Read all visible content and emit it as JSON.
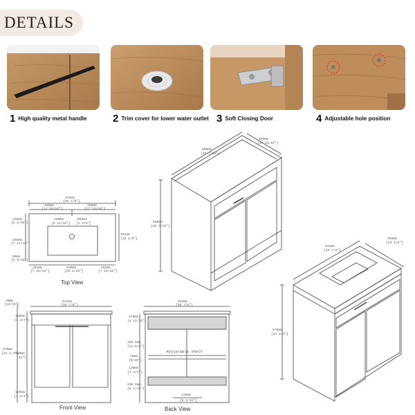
{
  "header": {
    "title": "DETAILS"
  },
  "features": [
    {
      "num": "1",
      "label": "High quality metal handle"
    },
    {
      "num": "2",
      "label": "Trim cover for lower water outlet"
    },
    {
      "num": "3",
      "label": "Soft Closing Door"
    },
    {
      "num": "4",
      "label": "Adjustable hole position"
    }
  ],
  "icons": {
    "handle": "metal-handle-icon",
    "outlet": "water-outlet-cover-icon",
    "hinge": "soft-close-hinge-icon",
    "holes": "adjustable-hole-icon"
  },
  "colors": {
    "wood": "#b98a5a",
    "header_bg": "#f3ebe3",
    "line": "#444444"
  },
  "views": {
    "top": "Top View",
    "front": "Front View",
    "back": "Back View"
  },
  "top_view": {
    "total": "912mm",
    "total_in": "[35 7/8\"]",
    "left": "456mm",
    "left_in": "[17 15/16\"]",
    "right": "456mm",
    "right_in": "[17 15/16\"]",
    "tap": "220mm",
    "tap_in": "[8 11/16\"]",
    "hole": "Ø35mm",
    "hole_in": "[1 3/8\"]",
    "side1": "135mm",
    "side1_in": "[5 5/16\"]",
    "side2": "195mm",
    "side2_in": "[7 11/16\"]",
    "side3": "65mm",
    "side3_in": "[2 9/16\"]",
    "depth": "461mm",
    "depth_in": "[18 1/8\"]",
    "b1": "201mm",
    "b1_in": "[7 15/16\"]",
    "b2": "510mm",
    "b2_in": "[20 1/16\"]",
    "b3": "201mm",
    "b3_in": "[7 15/16\"]"
  },
  "cabinet_iso": {
    "width": "900mm",
    "width_in": "[35 7/16\"]",
    "depth": "455mm",
    "depth_in": "[17 15/16\"]",
    "height": "850mm",
    "height_in": "[33 7/16\"]"
  },
  "vanity_iso": {
    "width": "912mm",
    "width_in": "[35 7/8\"]",
    "depth": "461mm",
    "depth_in": "[18 1/8\"]",
    "height": "870mm",
    "height_in": "[34 1/4\"]"
  },
  "front_view": {
    "width": "912mm",
    "width_in": "[35 7/8\"]",
    "top": "20mm",
    "top_in": "[13/16\"]",
    "h1": "120mm",
    "h1_in": "[4 3/4\"]",
    "total": "870mm",
    "total_in": "[34 1/4\"]",
    "door": "610mm",
    "door_in": "[24\"]",
    "base": "120mm",
    "base_in": "[4 3/4\"]"
  },
  "back_view": {
    "width": "912mm",
    "width_in": "[35 7/8\"]",
    "h1": "170mm",
    "h1_in": "[6 11/16\"]",
    "h2": "320.5mm",
    "h2_in": "[12 5/8\"]",
    "h3": "15mm",
    "h3_in": "[9/16\"]",
    "h4": "120mm",
    "h4_in": "[4 3/4\"]",
    "h5": "230.5mm",
    "h5_in": "[9 1/16\"]",
    "shelf": "Adjustable shelf",
    "bottom": "135mm",
    "bottom_in": "[5 5/16\"]"
  }
}
